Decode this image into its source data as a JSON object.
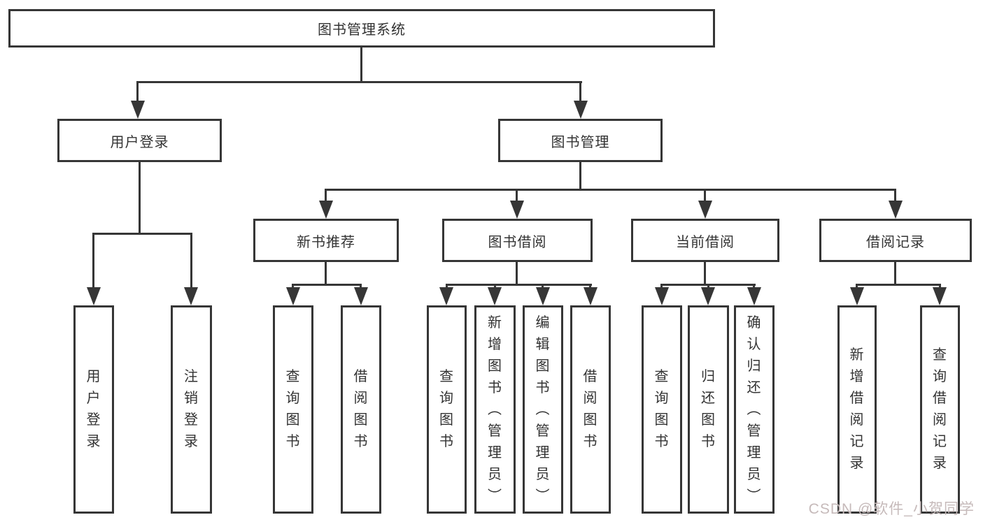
{
  "diagram": {
    "title": "图书管理系统",
    "root": {
      "label": "图书管理系统"
    },
    "level2": {
      "user_login": {
        "label": "用户登录"
      },
      "book_management": {
        "label": "图书管理"
      }
    },
    "level3": {
      "new_book_recommend": {
        "label": "新书推荐"
      },
      "book_borrowing": {
        "label": "图书借阅"
      },
      "current_borrowing": {
        "label": "当前借阅"
      },
      "borrowing_records": {
        "label": "借阅记录"
      }
    },
    "leaves": {
      "user_login": [
        "用户登录",
        "注销登录"
      ],
      "new_book_recommend": [
        "查询图书",
        "借阅图书"
      ],
      "book_borrowing": [
        "查询图书",
        "新增图书（管理员）",
        "编辑图书（管理员）",
        "借阅图书"
      ],
      "current_borrowing": [
        "查询图书",
        "归还图书",
        "确认归还（管理员）"
      ],
      "borrowing_records": [
        "新增借阅记录",
        "查询借阅记录"
      ]
    }
  },
  "watermark": {
    "text": "CSDN @软件_小贺同学"
  },
  "colors": {
    "line": "#363636",
    "text": "#333333",
    "background": "#ffffff",
    "watermark_text": "#c6baba"
  }
}
